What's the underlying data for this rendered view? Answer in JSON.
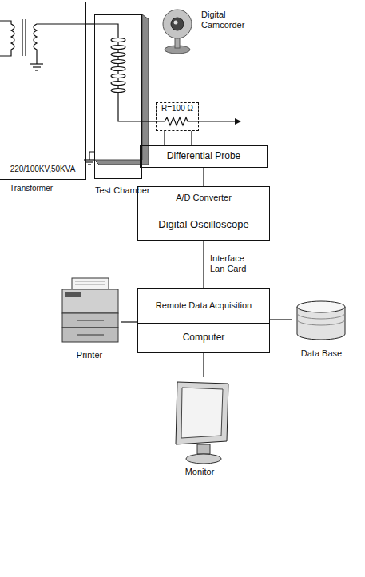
{
  "diagram": {
    "nodes": [
      {
        "text": [
          "220/100KV,50KVA",
          "Transformer"
        ]
      },
      {
        "text": [
          "Test Chamber"
        ]
      },
      {
        "text": [
          "R=100 Ω"
        ]
      },
      {
        "text": [
          "Differential Probe"
        ]
      },
      {
        "text": [
          "A/D Converter",
          "Digital Oscilloscope"
        ]
      },
      {
        "text": [
          "Remote Data Acquisition",
          "Computer"
        ]
      },
      {
        "text": [
          "Printer"
        ]
      },
      {
        "text": [
          "Data Base"
        ]
      },
      {
        "text": [
          "Monitor"
        ]
      }
    ],
    "edges": [
      {
        "from": 0,
        "to": 1,
        "arrow": "none"
      },
      {
        "from": 1,
        "to": 2,
        "arrow": "none"
      },
      {
        "from": 2,
        "to": 3,
        "arrow": "none"
      },
      {
        "from": 2,
        "to": 3,
        "arrow": "none"
      },
      {
        "from": 3,
        "to": 4,
        "arrow": "none"
      },
      {
        "from": 4,
        "to": 5,
        "label": "Interface Lan Card",
        "arrow": "none"
      },
      {
        "from": 5,
        "to": 6,
        "arrow": "none"
      },
      {
        "from": 5,
        "to": 7,
        "arrow": "none"
      },
      {
        "from": 5,
        "to": 8,
        "arrow": "none"
      }
    ],
    "labels": [
      "Digital Camcorder"
    ]
  }
}
